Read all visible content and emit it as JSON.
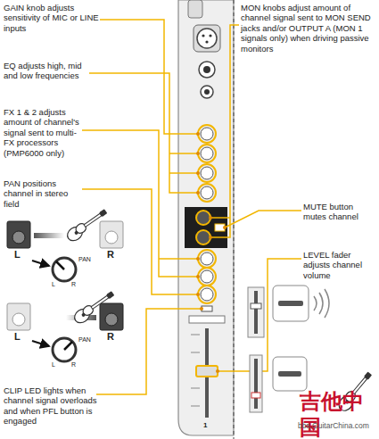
{
  "diagram": {
    "labels": [
      "GAIN knob adjusts sensitivity of MIC or LINE inputs",
      "EQ adjusts high, mid and low frequencies",
      "FX 1 & 2 adjusts amount of channel's signal sent to multi-FX processors (PMP6000 only)",
      "PAN positions channel in stereo field",
      "L",
      "R",
      "PAN",
      "L",
      "R",
      "L",
      "R",
      "PAN",
      "L",
      "R",
      "CLIP LED lights when channel signal overloads and when PFL button is engaged",
      "MON knobs adjust amount of channel signal sent to MON SEND jacks and/or OUTPUT A (MON 1 signals only) when driving passive monitors",
      "MUTE button mutes channel",
      "LEVEL fader adjusts channel volume",
      "1",
      "吉他中国",
      "bbs.GuitarChina.com"
    ]
  }
}
